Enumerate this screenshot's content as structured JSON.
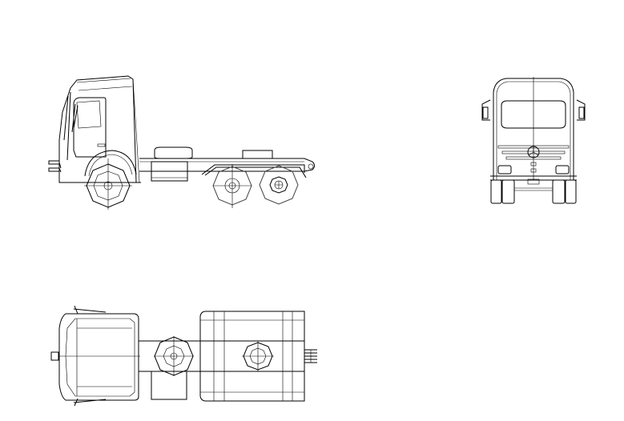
{
  "drawing": {
    "views": [
      "side-view",
      "front-view",
      "top-view"
    ],
    "line_color": "#000000",
    "background_color": "#ffffff"
  }
}
